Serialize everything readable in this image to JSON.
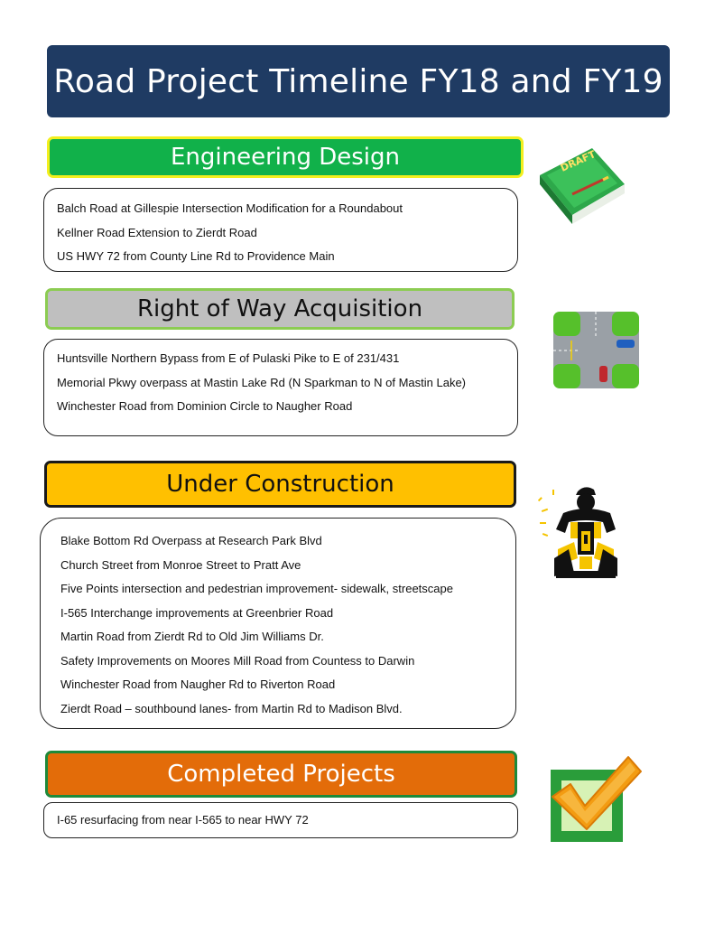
{
  "title": "Road Project Timeline FY18 and FY19",
  "sections": [
    {
      "heading": "Engineering Design",
      "icon": "draft-book-icon",
      "items": [
        "Balch Road at Gillespie Intersection Modification for a Roundabout",
        "Kellner Road Extension to Zierdt Road",
        "US HWY 72 from County Line Rd to Providence Main"
      ],
      "icon_label": "DRAFT"
    },
    {
      "heading": "Right of Way Acquisition",
      "icon": "intersection-icon",
      "items": [
        "Huntsville Northern Bypass from E of Pulaski Pike to E of 231/431",
        "Memorial Pkwy overpass at Mastin Lake Rd (N Sparkman to N of Mastin Lake)",
        "Winchester Road from Dominion Circle to Naugher Road"
      ]
    },
    {
      "heading": "Under Construction",
      "icon": "jackhammer-worker-icon",
      "items": [
        "Blake Bottom Rd Overpass at Research Park Blvd",
        "Church Street from Monroe Street to Pratt Ave",
        "Five Points intersection and pedestrian improvement- sidewalk, streetscape",
        "I-565 Interchange improvements at Greenbrier Road",
        "Martin Road from Zierdt Rd to Old Jim Williams Dr.",
        "Safety Improvements on Moores Mill Road from Countess to Darwin",
        "Winchester Road from Naugher Rd to Riverton Road",
        "Zierdt Road – southbound lanes- from Martin Rd to Madison Blvd."
      ]
    },
    {
      "heading": "Completed Projects",
      "icon": "checkmark-icon",
      "items": [
        "I-65 resurfacing from near I-565 to near HWY 72"
      ]
    }
  ],
  "colors": {
    "title_bg": "#1f3b63",
    "engineering": "#11b14a",
    "right_of_way": "#bfbfbf",
    "construction": "#ffc000",
    "completed": "#e36c09"
  }
}
